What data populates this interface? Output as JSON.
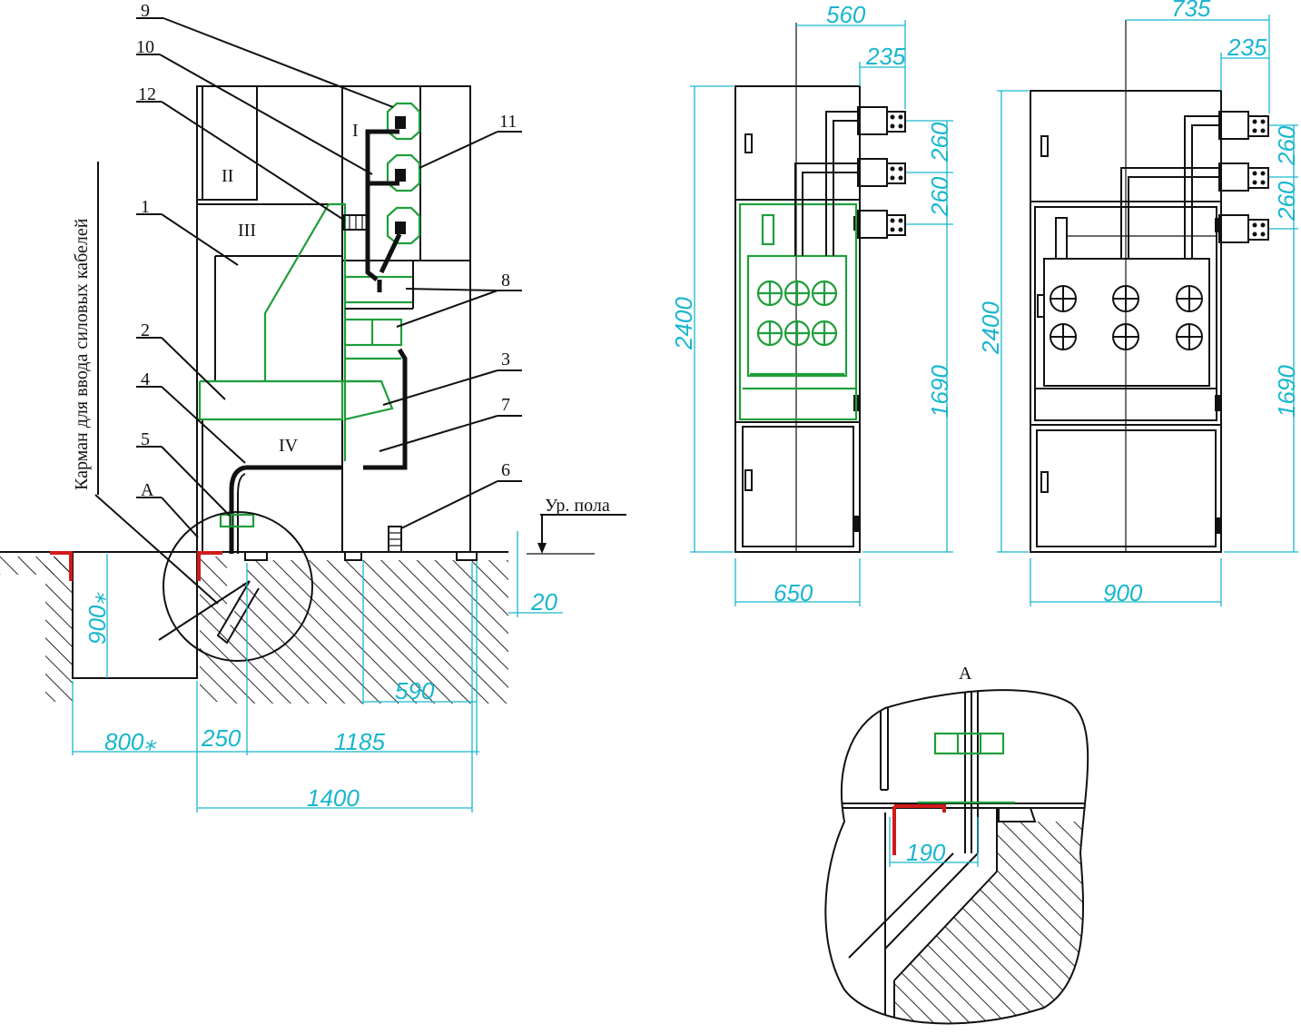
{
  "colors": {
    "structure": "#111111",
    "green_parts": "#1f9e3a",
    "red_parts": "#d01a1a",
    "dimensions": "#19b6cf"
  },
  "section_view": {
    "compartments": [
      "I",
      "II",
      "III",
      "IV"
    ],
    "callouts": [
      "1",
      "2",
      "3",
      "4",
      "5",
      "6",
      "7",
      "8",
      "9",
      "10",
      "11",
      "12"
    ],
    "detail_marker": "A",
    "pocket_label": "Карман для ввода силовых кабелей",
    "floor_label": "Ур. пола",
    "dims": {
      "pit_depth": "900⁎",
      "pit_width": "800⁎",
      "d250": "250",
      "d1185": "1185",
      "d1400": "1400",
      "d590": "590",
      "d20": "20"
    }
  },
  "front_view_650": {
    "height": "2400",
    "width": "650",
    "top_offset": "560",
    "bus_offset": "235",
    "bus_step_1": "260",
    "bus_step_2": "260",
    "bus_height": "1690"
  },
  "front_view_900": {
    "height": "2400",
    "width": "900",
    "top_offset": "735",
    "bus_offset": "235",
    "bus_step_1": "260",
    "bus_step_2": "260",
    "bus_height": "1690"
  },
  "detail_a": {
    "title": "A",
    "dim": "190"
  }
}
